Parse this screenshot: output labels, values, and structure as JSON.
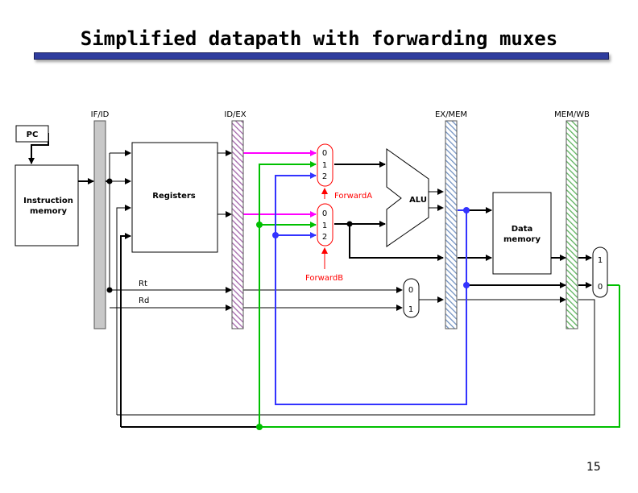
{
  "slide": {
    "title": "Simplified datapath with forwarding muxes",
    "page_number": "15"
  },
  "pipeline_registers": {
    "if_id": "IF/ID",
    "id_ex": "ID/EX",
    "ex_mem": "EX/MEM",
    "mem_wb": "MEM/WB"
  },
  "blocks": {
    "pc": "PC",
    "instruction_memory_line1": "Instruction",
    "instruction_memory_line2": "memory",
    "registers": "Registers",
    "alu": "ALU",
    "data_memory_line1": "Data",
    "data_memory_line2": "memory"
  },
  "muxes": {
    "forward_a": {
      "inputs": [
        "0",
        "1",
        "2"
      ],
      "control": "ForwardA"
    },
    "forward_b": {
      "inputs": [
        "0",
        "1",
        "2"
      ],
      "control": "ForwardB"
    },
    "reg_dst": {
      "inputs": [
        "0",
        "1"
      ]
    },
    "mem_to_reg": {
      "inputs": [
        "1",
        "0"
      ]
    }
  },
  "signals": {
    "rt": "Rt",
    "rd": "Rd"
  },
  "colors": {
    "forward_path_magenta": "#ff00ff",
    "forward_path_green": "#00c000",
    "forward_path_blue": "#3333ff",
    "control_red": "#ff0000",
    "hatch_if_id": "#c8c8c8",
    "hatch_id_ex": "#b070b0",
    "hatch_ex_mem": "#7a9ac8",
    "hatch_mem_wb": "#6cbf6c"
  }
}
